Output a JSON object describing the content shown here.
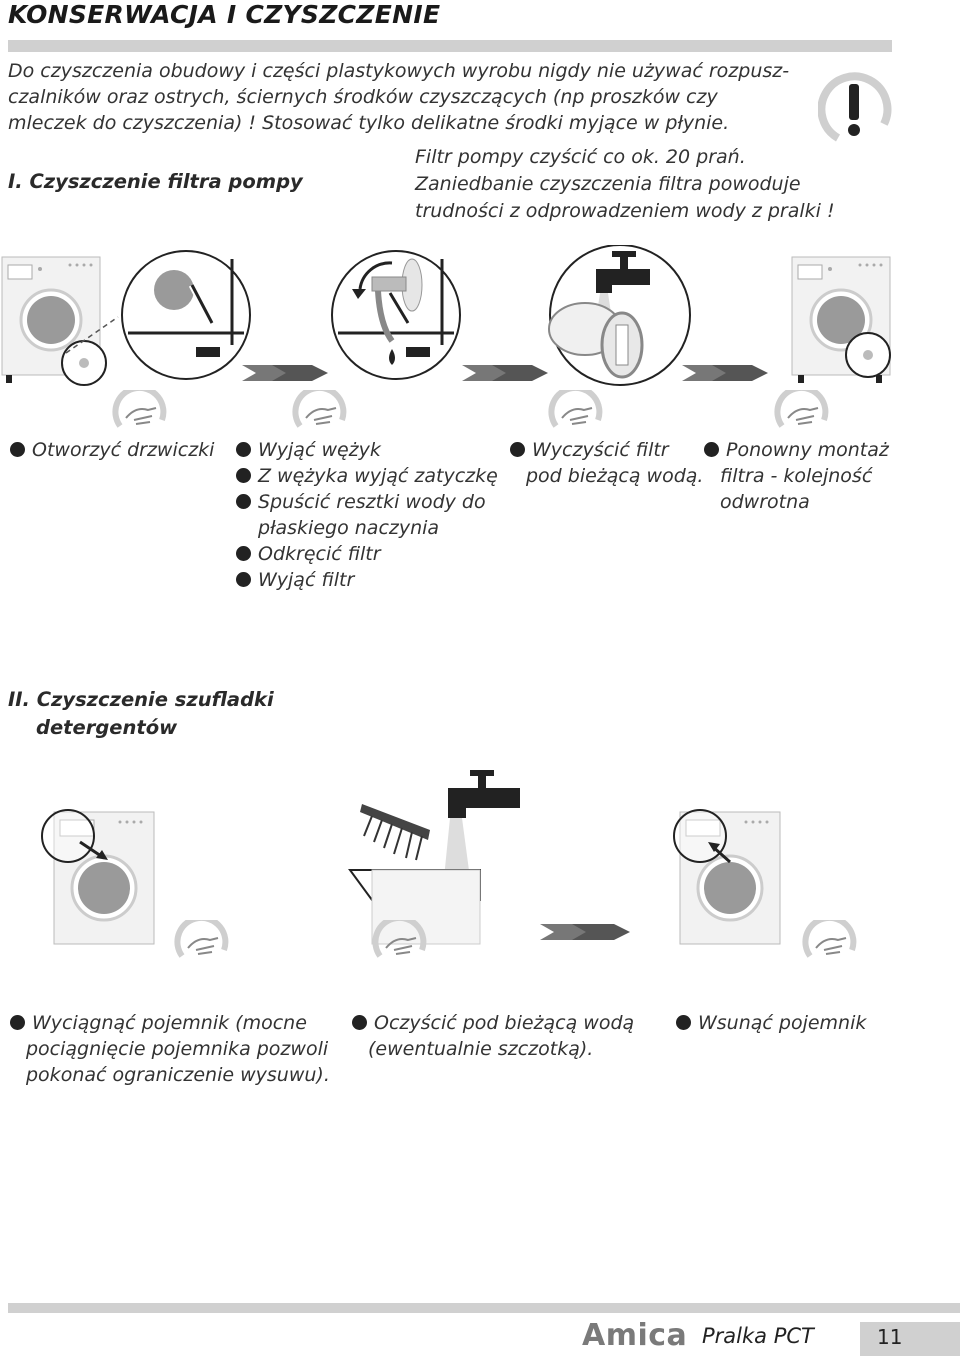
{
  "page_title": "KONSERWACJA I CZYSZCZENIE",
  "intro_lines": [
    "Do czyszczenia obudowy i części plastykowych wyrobu nigdy nie używać rozpusz-",
    "czalników   oraz ostrych, ściernych   środków czyszczących   (np proszków czy",
    "mleczek do czyszczenia) ! Stosować tylko delikatne środki myjące w płynie."
  ],
  "warning_icon": "exclamation-icon",
  "section1": {
    "heading": "I. Czyszczenie filtra pompy",
    "note_lines": [
      "Filtr pompy czyścić co ok. 20 prań.",
      "Zaniedbanie czyszczenia filtra powoduje",
      "trudności z odprowadzeniem wody z pralki !"
    ],
    "captions": {
      "col1": [
        "Otworzyć drzwiczki"
      ],
      "col2": [
        "Wyjąć wężyk",
        "Z wężyka wyjąć zatyczkę",
        "Spuścić resztki wody do",
        "płaskiego naczynia",
        "Odkręcić filtr",
        "Wyjąć filtr"
      ],
      "col3": [
        "Wyczyścić filtr",
        "pod bieżącą wodą."
      ],
      "col4": [
        "Ponowny montaż",
        "filtra  -  kolejność",
        "odwrotna"
      ]
    }
  },
  "section2": {
    "heading_line1": "II. Czyszczenie szufladki",
    "heading_line2": "detergentów",
    "captions": {
      "col1": [
        "Wyciągnąć pojemnik (mocne",
        "pociągnięcie pojemnika pozwoli",
        "pokonać ograniczenie wysuwu)."
      ],
      "col2": [
        "Oczyścić pod bieżącą wodą",
        "(ewentualnie szczotką)."
      ],
      "col3": [
        "Wsunąć pojemnik"
      ]
    }
  },
  "icons": [
    "washing-machine-icon",
    "hand-icon",
    "arrow-icon",
    "tap-icon",
    "filter-icon",
    "brush-icon"
  ],
  "footer": {
    "brand": "Amica",
    "model": "Pralka PCT",
    "page_number": "11"
  }
}
